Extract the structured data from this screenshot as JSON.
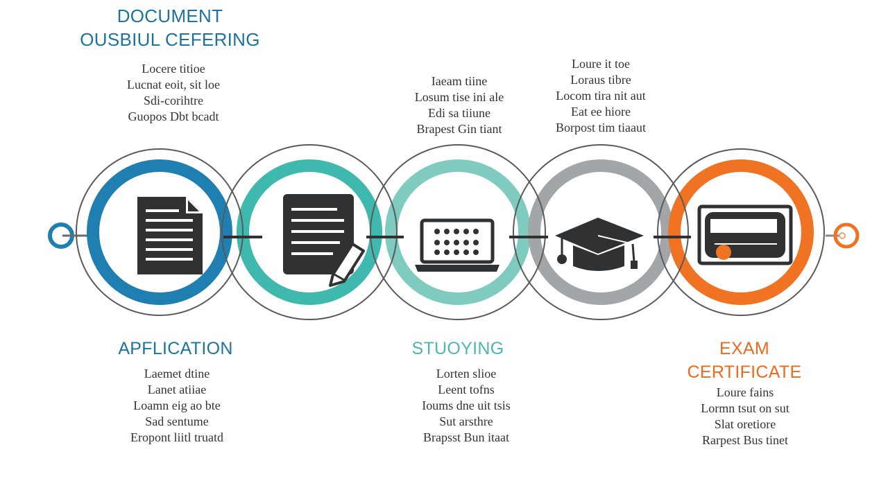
{
  "colors": {
    "blue": "#1f7fb0",
    "teal": "#3fb8ae",
    "mint": "#7fcbbf",
    "gray": "#a3a6a8",
    "orange": "#f07223",
    "outline": "#5a5a5a",
    "icon": "#2f3133",
    "title_blue": "#1b73a0",
    "title_teal": "#4cb7b0",
    "title_orange": "#ec6a1e"
  },
  "steps": [
    {
      "icon": "document-icon",
      "color": "blue"
    },
    {
      "icon": "document-pen-icon",
      "color": "teal"
    },
    {
      "icon": "laptop-icon",
      "color": "mint"
    },
    {
      "icon": "graduation-cap-icon",
      "color": "gray"
    },
    {
      "icon": "certificate-icon",
      "color": "orange"
    }
  ],
  "top_left": {
    "title_lines": [
      "DOCUMENT",
      "OUSBIUL CEFERING"
    ],
    "desc": [
      "Locere titioe",
      "Lucnat eoit, sit loe",
      "Sdi-corihtre",
      "Guopos Dbt bcadt"
    ]
  },
  "top_middle": {
    "desc": [
      "Iaeam tiine",
      "Losum tise ini ale",
      "Edi sa tiiune",
      "Brapest Gin tiant"
    ]
  },
  "top_right": {
    "desc": [
      "Loure it toe",
      "Loraus tibre",
      "Locom tira nit aut",
      "Eat ee hiore",
      "Borpost tim tiaaut"
    ]
  },
  "bottom_left": {
    "title": "APFLICATION",
    "desc": [
      "Laemet dtine",
      "Lanet atiiae",
      "Loamn eig ao bte",
      "Sad sentume",
      "Eropont liitl truatd"
    ]
  },
  "bottom_middle": {
    "title": "STUOYING",
    "desc": [
      "Lorten slioe",
      "Leent tofns",
      "Ioums dne uit tsis",
      "Sut arsthre",
      "Brapsst Bun itaat"
    ]
  },
  "bottom_right": {
    "title_lines": [
      "EXAM",
      "CERTIFICATE"
    ],
    "desc": [
      "Loure fains",
      "Lormn tsut on sut",
      "Slat oretiore",
      "Rarpest Bus tinet"
    ]
  }
}
